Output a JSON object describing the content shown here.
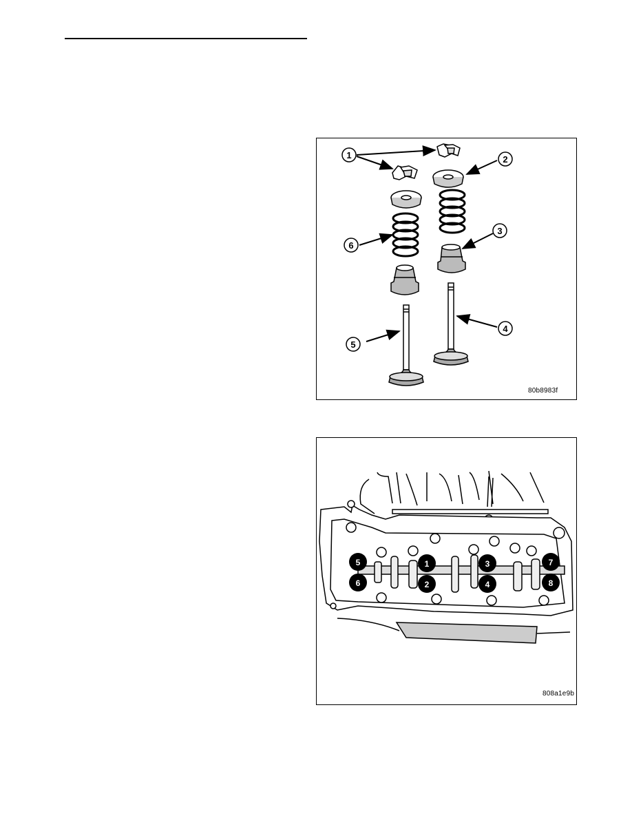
{
  "figures": [
    {
      "id_code": "80b8983f",
      "callouts": [
        "1",
        "2",
        "3",
        "4",
        "5",
        "6"
      ]
    },
    {
      "id_code": "808a1e9b",
      "sequence": [
        "1",
        "2",
        "3",
        "4",
        "5",
        "6",
        "7",
        "8"
      ]
    }
  ]
}
